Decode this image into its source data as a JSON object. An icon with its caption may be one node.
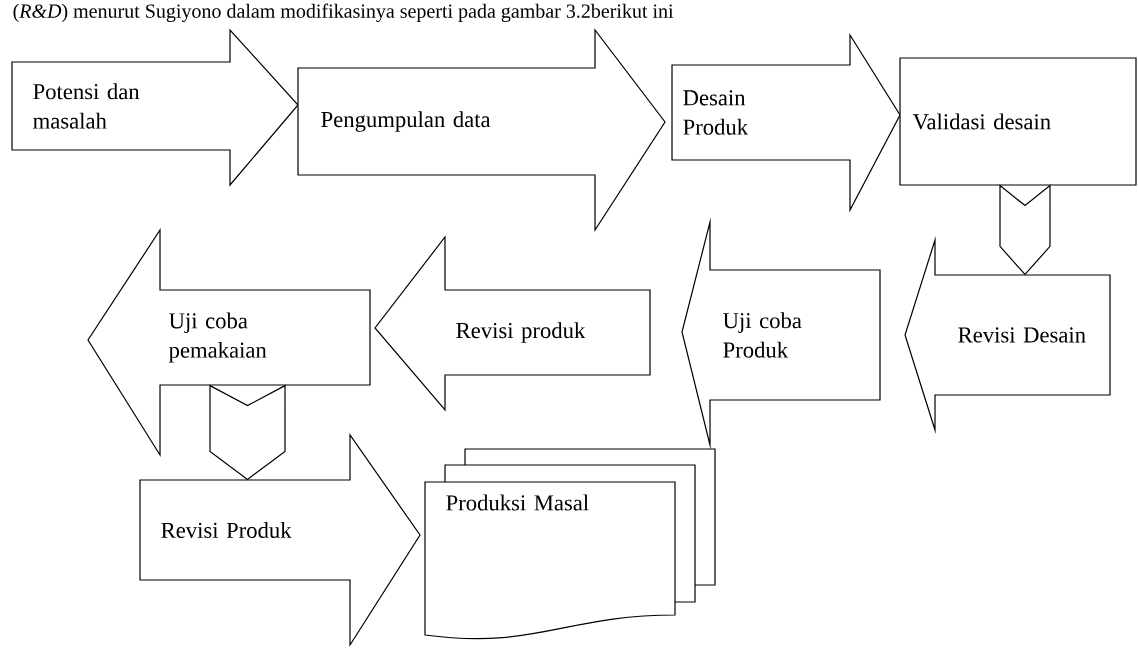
{
  "diagram": {
    "nodes": [
      {
        "text": [
          "Potensi dan masalah"
        ]
      },
      {
        "text": [
          "Pengumpulan data"
        ]
      },
      {
        "text": [
          "Desain Produk"
        ]
      },
      {
        "text": [
          "Validasi desain"
        ]
      },
      {
        "text": [
          "Revisi Desain"
        ]
      },
      {
        "text": [
          "Uji coba Produk"
        ]
      },
      {
        "text": [
          "Revisi produk"
        ]
      },
      {
        "text": [
          "Uji coba pemakaian"
        ]
      },
      {
        "text": [
          "Revisi Produk"
        ]
      },
      {
        "text": [
          "Produksi Masal"
        ]
      }
    ],
    "edges": [
      {
        "from": 3,
        "to": 4,
        "arrow": "to"
      },
      {
        "from": 7,
        "to": 8,
        "arrow": "to"
      }
    ],
    "labels": [
      "(*R&D*) menurut Sugiyono dalam modifikasinya seperti pada gambar 3.2berikut ini"
    ]
  }
}
